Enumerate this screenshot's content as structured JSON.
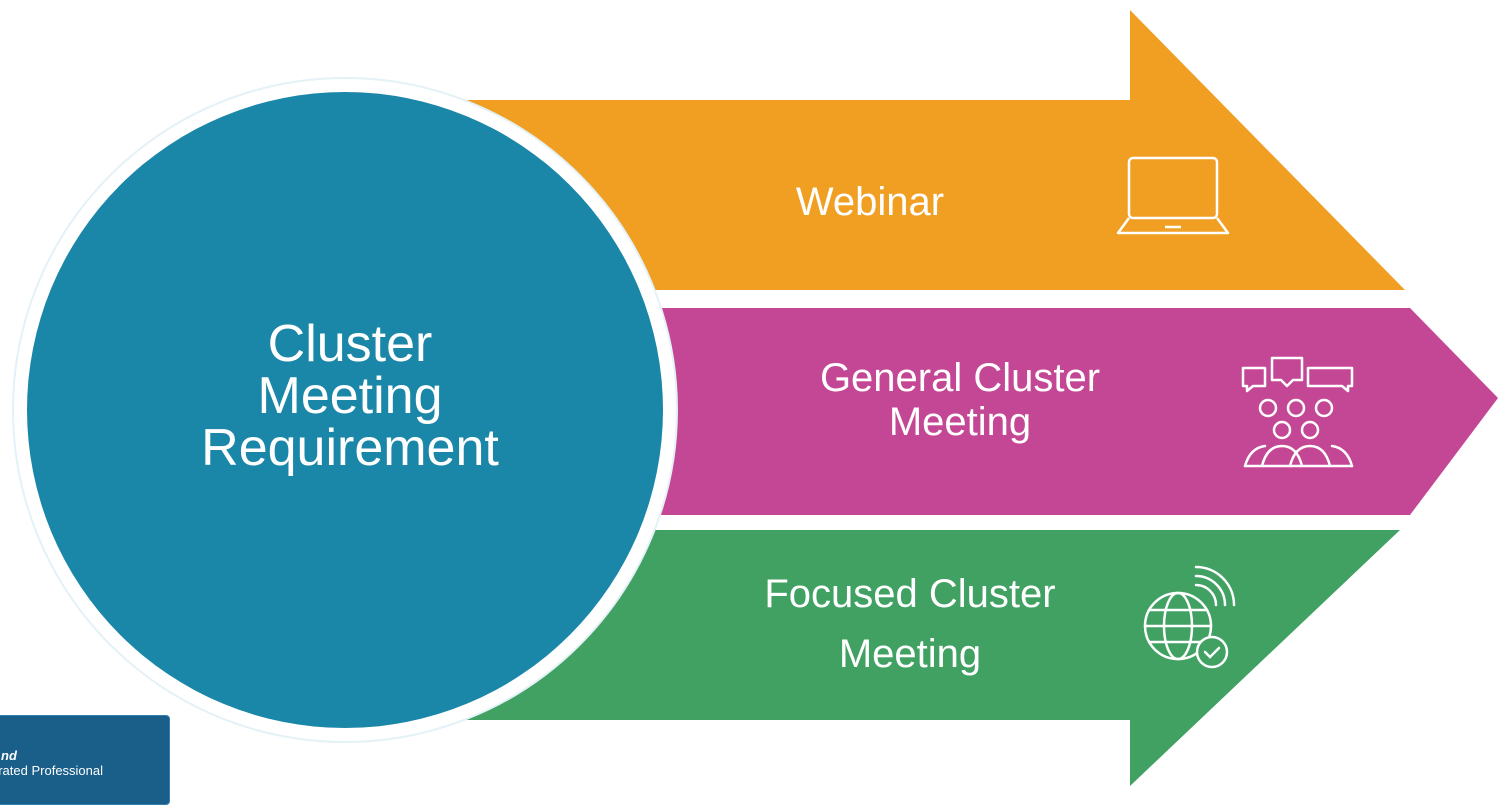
{
  "center": {
    "title_lines": [
      "Cluster",
      "Meeting",
      "Requirement"
    ],
    "color": "#1b87a8"
  },
  "arrows": [
    {
      "label_lines": [
        "Webinar"
      ],
      "color": "#f09f22",
      "icon": "laptop-icon"
    },
    {
      "label_lines": [
        "General Cluster",
        "Meeting"
      ],
      "color": "#c44795",
      "icon": "group-discussion-icon"
    },
    {
      "label_lines": [
        "Focused Cluster",
        "Meeting"
      ],
      "color": "#40a163",
      "icon": "globe-check-icon"
    }
  ],
  "badge": {
    "line1": "nd",
    "line2": "grated Professional"
  }
}
